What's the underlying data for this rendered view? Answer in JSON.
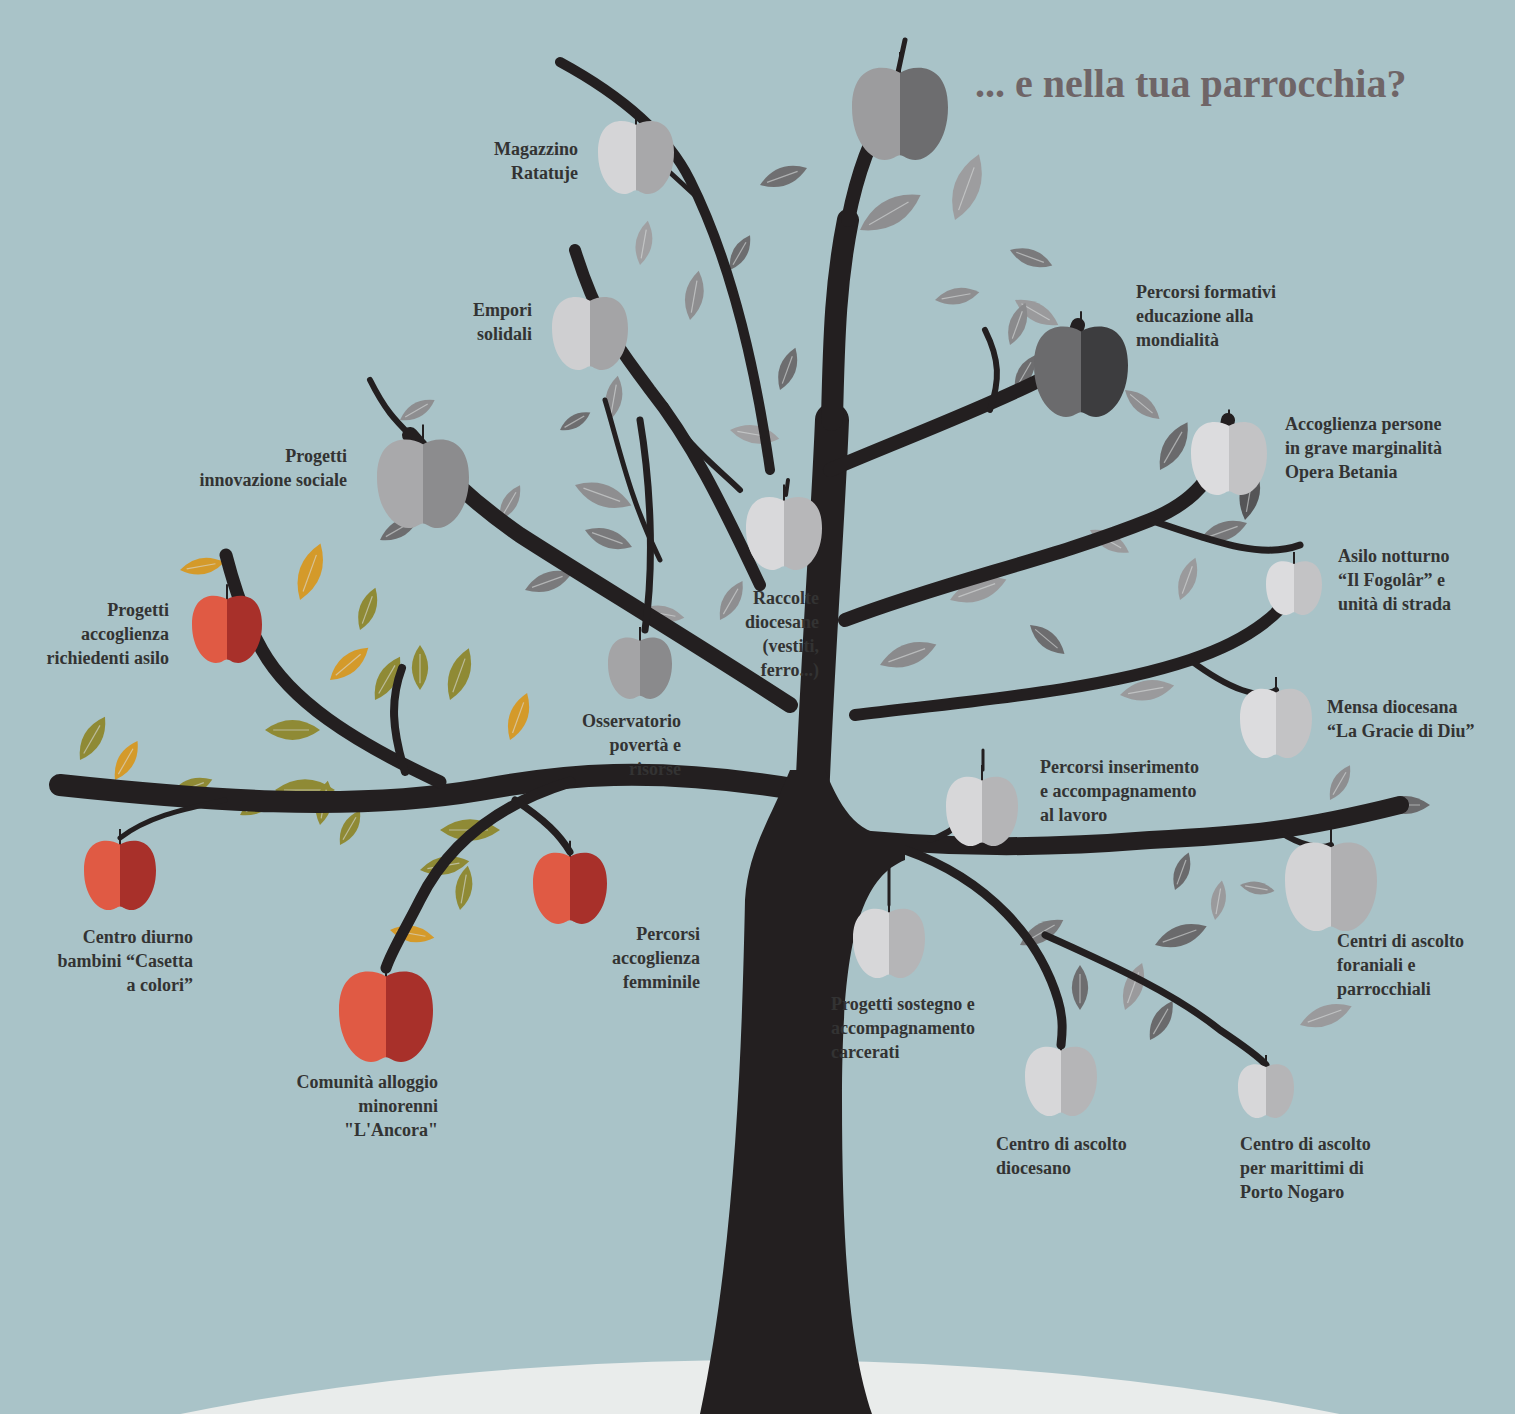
{
  "diagram": {
    "title": "... e nella tua parrocchia?",
    "labels": [
      "Magazzino Ratatuje",
      "Empori solidali",
      "Progetti innovazione sociale",
      "Progetti accoglienza richiedenti asilo",
      "Centro diurno bambini “Casetta a colori”",
      "Comunità alloggio minorenni \"L'Ancora\"",
      "Percorsi accoglienza femminile",
      "Osservatorio povertà e risorse",
      "Raccolte diocesane (vestiti, ferro...)",
      "Percorsi formativi educazione alla mondialità",
      "Accoglienza persone in grave marginalità Opera Betania",
      "Asilo notturno “Il Fogolâr” e unità di strada",
      "Mensa diocesana “La Gracie di Diu”",
      "Percorsi inserimento e accompagnamento al lavoro",
      "Centri di ascolto foraniali e parrocchiali",
      "Progetti sostegno e accompagnamento carcerati",
      "Centro di ascolto diocesano",
      "Centro di ascolto per marittimi di Porto Nogaro"
    ]
  }
}
